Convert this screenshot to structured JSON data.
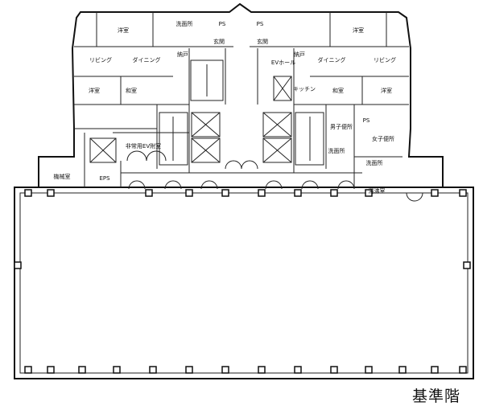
{
  "plan": {
    "title": "基準階",
    "rooms_left": {
      "western_room_top": "洋室",
      "living": "リビング",
      "dining": "ダイニング",
      "western_room": "洋室",
      "japanese_room": "和室",
      "storage": "納戸",
      "entrance": "玄関",
      "washroom": "洗面所",
      "ps": "PS",
      "emergency_ev_lobby": "非常用EV附室",
      "machine_room": "機械室",
      "eps": "EPS"
    },
    "rooms_right": {
      "ps": "PS",
      "entrance": "玄関",
      "ev_hall": "EVホール",
      "storage": "納戸",
      "dining": "ダイニング",
      "living": "リビング",
      "western_room_top": "洋室",
      "western_room": "洋室",
      "japanese_room": "和室",
      "kitchen": "キッチン",
      "mens_toilet": "男子便所",
      "ps2": "PS",
      "womens_toilet": "女子便所",
      "washroom_men": "洗面所",
      "washroom_women": "洗面所",
      "kitchenette": "湯沸室"
    }
  }
}
